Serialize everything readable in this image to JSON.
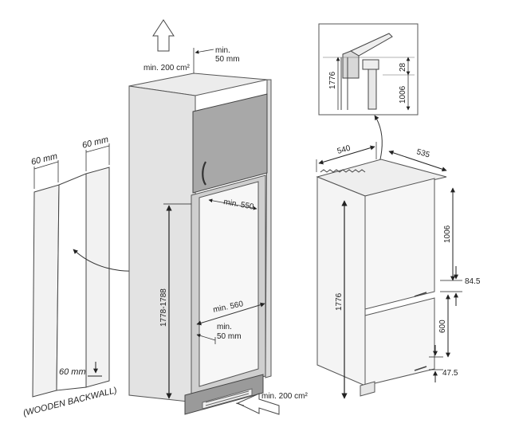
{
  "backwall": {
    "top_left_width": "60 mm",
    "top_right_width": "60 mm",
    "bottom_width": "60 mm",
    "caption": "(WOODEN BACKWALL)"
  },
  "cabinet": {
    "top_vent": "min. 200 cm²",
    "top_gap_line1": "min.",
    "top_gap_line2": "50 mm",
    "inner_depth": "min. 550",
    "inner_width": "min. 560",
    "bottom_gap_line1": "min.",
    "bottom_gap_line2": "50 mm",
    "niche_height": "1778-1788",
    "bottom_vent": "min. 200 cm²"
  },
  "fridge": {
    "width": "540",
    "depth": "535",
    "total_height": "1776",
    "upper_height": "1006",
    "lower_height": "600",
    "mid_offset": "84.5",
    "bottom_offset": "47.5"
  },
  "detail": {
    "total_height": "1776",
    "offset_top": "28",
    "upper_height": "1006"
  },
  "colors": {
    "cabinet_side": "#e3e3e3",
    "cabinet_front": "#d6d6d6",
    "door": "#a8a8a8",
    "fridge": "#f4f4f4",
    "line": "#333333"
  }
}
